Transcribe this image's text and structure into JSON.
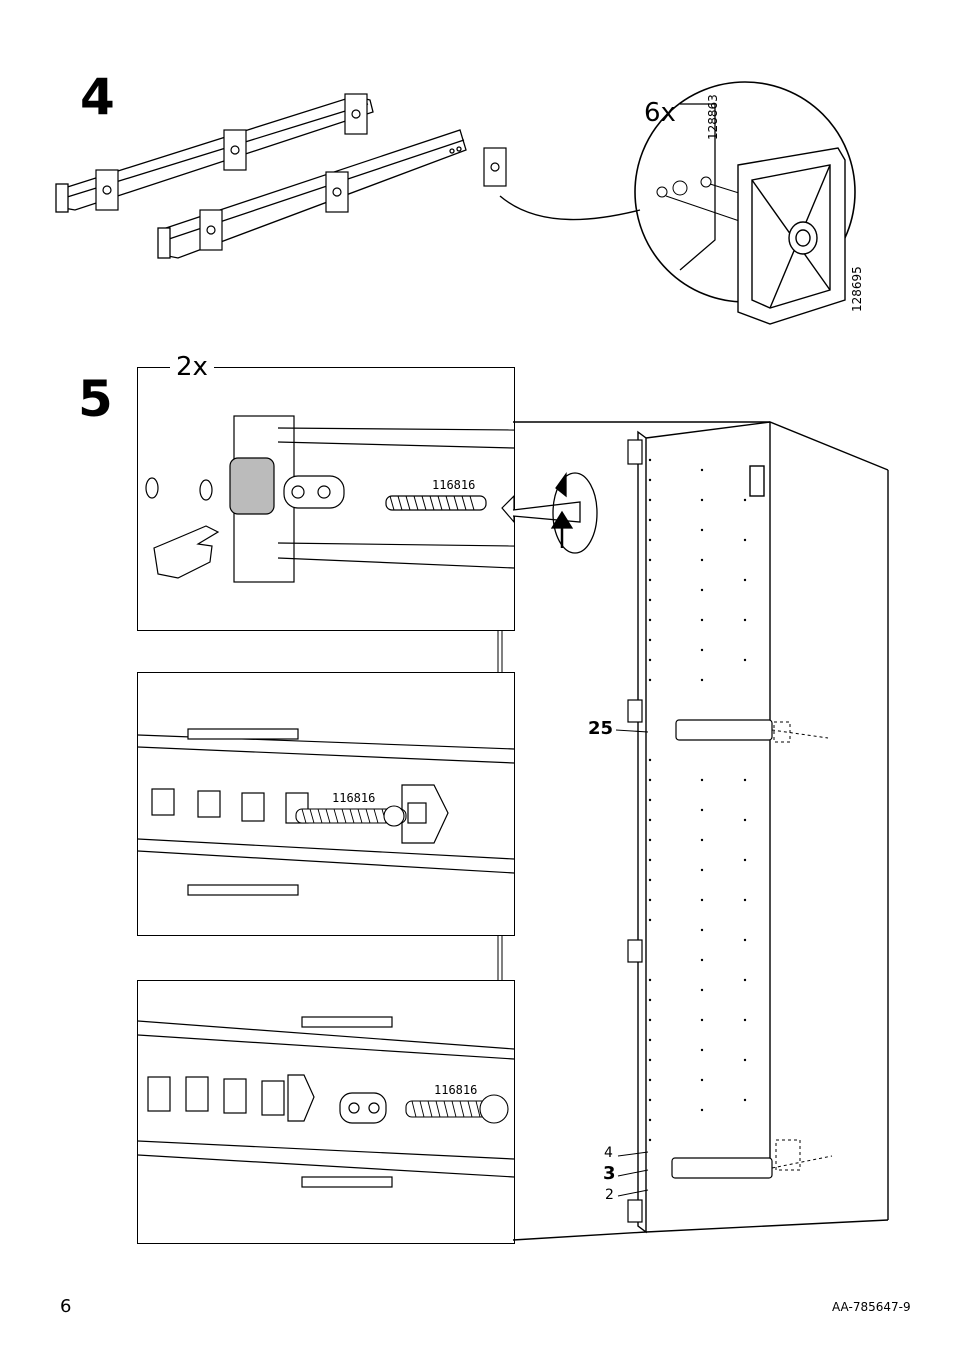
{
  "steps": [
    {
      "number": "4",
      "quantity": "6x",
      "part_a": "128863",
      "part_b": "128695"
    },
    {
      "number": "5",
      "quantity": "2x",
      "screw_part": "116816"
    }
  ],
  "detail_screw_label": "116816",
  "cabinet_labels": {
    "hole_25": "25",
    "hole_4": "4",
    "hole_3": "3",
    "hole_2": "2"
  },
  "footer": {
    "page_number": "6",
    "doc_id": "AA-785647-9"
  }
}
